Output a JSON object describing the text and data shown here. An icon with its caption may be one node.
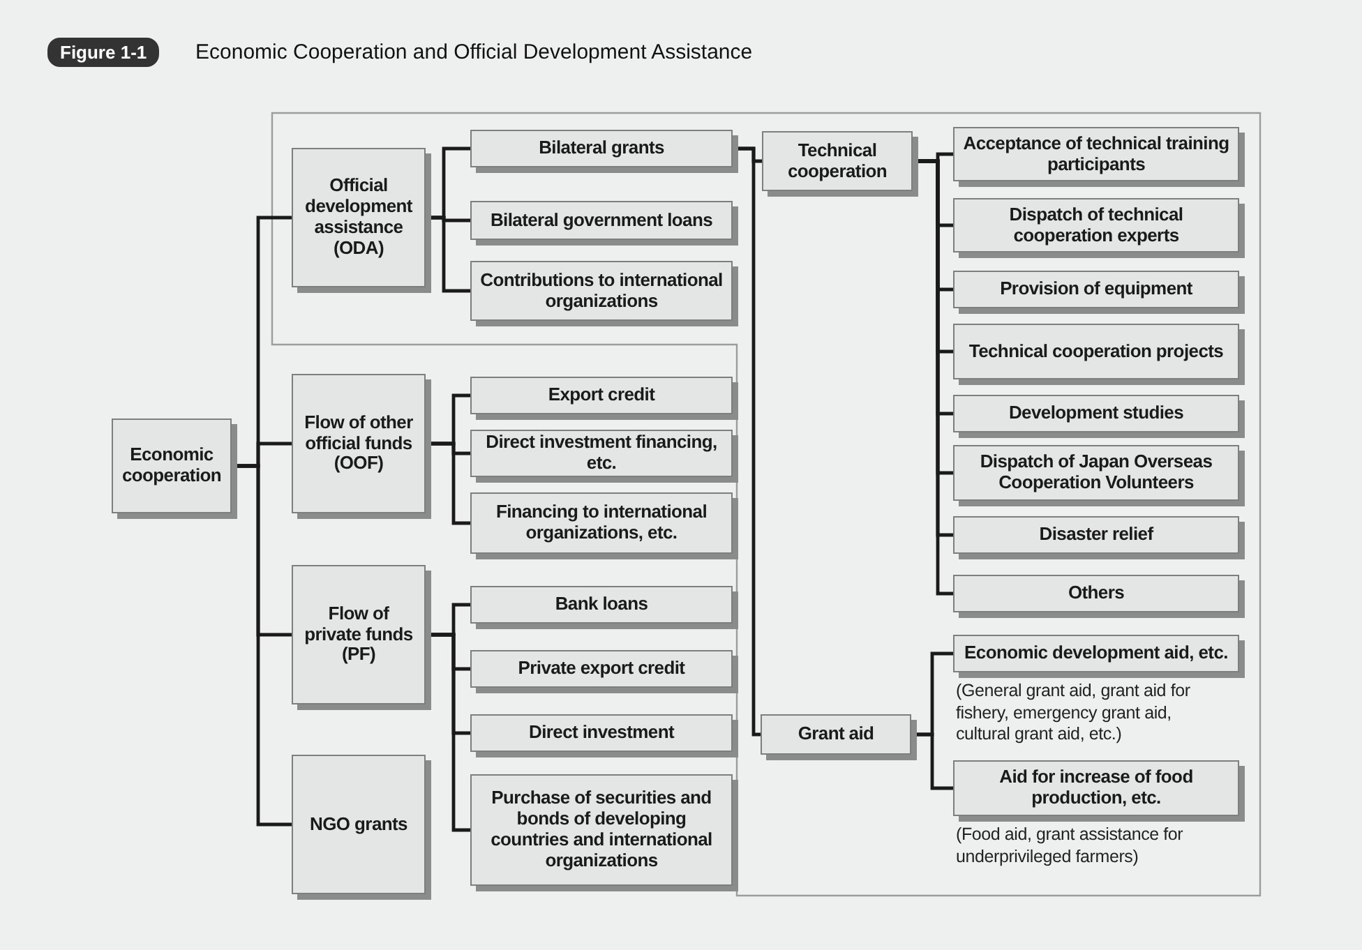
{
  "diagram": {
    "title": "Economic Cooperation and Official Development Assistance",
    "nodes": [
      {
        "text": [
          "Economic cooperation"
        ]
      },
      {
        "text": [
          "Official development assistance (ODA)"
        ]
      },
      {
        "text": [
          "Flow of other official funds (OOF)"
        ]
      },
      {
        "text": [
          "Flow of private funds (PF)"
        ]
      },
      {
        "text": [
          "NGO grants"
        ]
      },
      {
        "text": [
          "Bilateral grants"
        ]
      },
      {
        "text": [
          "Bilateral government loans"
        ]
      },
      {
        "text": [
          "Contributions to international organizations"
        ]
      },
      {
        "text": [
          "Export credit"
        ]
      },
      {
        "text": [
          "Direct investment financing, etc."
        ]
      },
      {
        "text": [
          "Financing to international organizations, etc."
        ]
      },
      {
        "text": [
          "Bank loans"
        ]
      },
      {
        "text": [
          "Private export credit"
        ]
      },
      {
        "text": [
          "Direct investment"
        ]
      },
      {
        "text": [
          "Purchase of securities and bonds of developing countries and international organizations"
        ]
      },
      {
        "text": [
          "Technical cooperation"
        ]
      },
      {
        "text": [
          "Grant aid"
        ]
      },
      {
        "text": [
          "Acceptance of technical training participants"
        ]
      },
      {
        "text": [
          "Dispatch of technical cooperation experts"
        ]
      },
      {
        "text": [
          "Provision of equipment"
        ]
      },
      {
        "text": [
          "Technical cooperation projects"
        ]
      },
      {
        "text": [
          "Development studies"
        ]
      },
      {
        "text": [
          "Dispatch of Japan Overseas Cooperation Volunteers"
        ]
      },
      {
        "text": [
          "Disaster relief"
        ]
      },
      {
        "text": [
          "Others"
        ]
      },
      {
        "text": [
          "Economic development aid, etc."
        ],
        "beside": [
          "(General grant aid, grant aid for fishery, emergency grant aid, cultural grant aid, etc.)"
        ]
      },
      {
        "text": [
          "Aid for increase of food production, etc."
        ],
        "beside": [
          "(Food aid, grant assistance for underprivileged farmers)"
        ]
      }
    ],
    "edges": [
      {
        "from": 0,
        "to": 1,
        "arrow": "none"
      },
      {
        "from": 0,
        "to": 2,
        "arrow": "none"
      },
      {
        "from": 0,
        "to": 3,
        "arrow": "none"
      },
      {
        "from": 0,
        "to": 4,
        "arrow": "none"
      },
      {
        "from": 1,
        "to": 5,
        "arrow": "none"
      },
      {
        "from": 1,
        "to": 6,
        "arrow": "none"
      },
      {
        "from": 1,
        "to": 7,
        "arrow": "none"
      },
      {
        "from": 2,
        "to": 8,
        "arrow": "none"
      },
      {
        "from": 2,
        "to": 9,
        "arrow": "none"
      },
      {
        "from": 2,
        "to": 10,
        "arrow": "none"
      },
      {
        "from": 3,
        "to": 11,
        "arrow": "none"
      },
      {
        "from": 3,
        "to": 12,
        "arrow": "none"
      },
      {
        "from": 3,
        "to": 13,
        "arrow": "none"
      },
      {
        "from": 3,
        "to": 14,
        "arrow": "none"
      },
      {
        "from": 5,
        "to": 15,
        "arrow": "none"
      },
      {
        "from": 5,
        "to": 16,
        "arrow": "none"
      },
      {
        "from": 15,
        "to": 17,
        "arrow": "none"
      },
      {
        "from": 15,
        "to": 18,
        "arrow": "none"
      },
      {
        "from": 15,
        "to": 19,
        "arrow": "none"
      },
      {
        "from": 15,
        "to": 20,
        "arrow": "none"
      },
      {
        "from": 15,
        "to": 21,
        "arrow": "none"
      },
      {
        "from": 15,
        "to": 22,
        "arrow": "none"
      },
      {
        "from": 15,
        "to": 23,
        "arrow": "none"
      },
      {
        "from": 15,
        "to": 24,
        "arrow": "none"
      },
      {
        "from": 16,
        "to": 25,
        "arrow": "none"
      },
      {
        "from": 16,
        "to": 26,
        "arrow": "none"
      }
    ],
    "labels": [
      "Figure 1-1"
    ]
  }
}
